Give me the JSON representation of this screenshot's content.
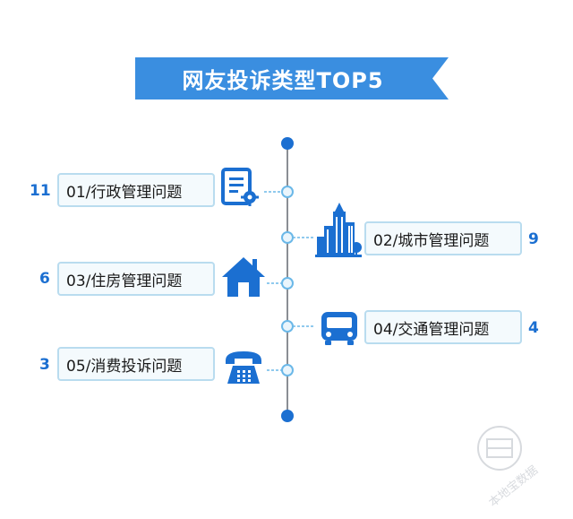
{
  "title": "网友投诉类型TOP5",
  "colors": {
    "banner": "#3a8ee0",
    "accent": "#1b6fd1",
    "node": "#1b6fd1",
    "node_ring": "#6bb8e8",
    "box_border": "#b9dcef",
    "box_fill": "#f4fafd",
    "icon": "#1b6fd1"
  },
  "items": [
    {
      "label": "01/行政管理问题",
      "count": "11",
      "icon": "document-gear-icon"
    },
    {
      "label": "02/城市管理问题",
      "count": "9",
      "icon": "city-buildings-icon"
    },
    {
      "label": "03/住房管理问题",
      "count": "6",
      "icon": "house-icon"
    },
    {
      "label": "04/交通管理问题",
      "count": "4",
      "icon": "bus-icon"
    },
    {
      "label": "05/消费投诉问题",
      "count": "3",
      "icon": "telephone-icon"
    }
  ],
  "watermark": {
    "text": "本地宝数据"
  }
}
